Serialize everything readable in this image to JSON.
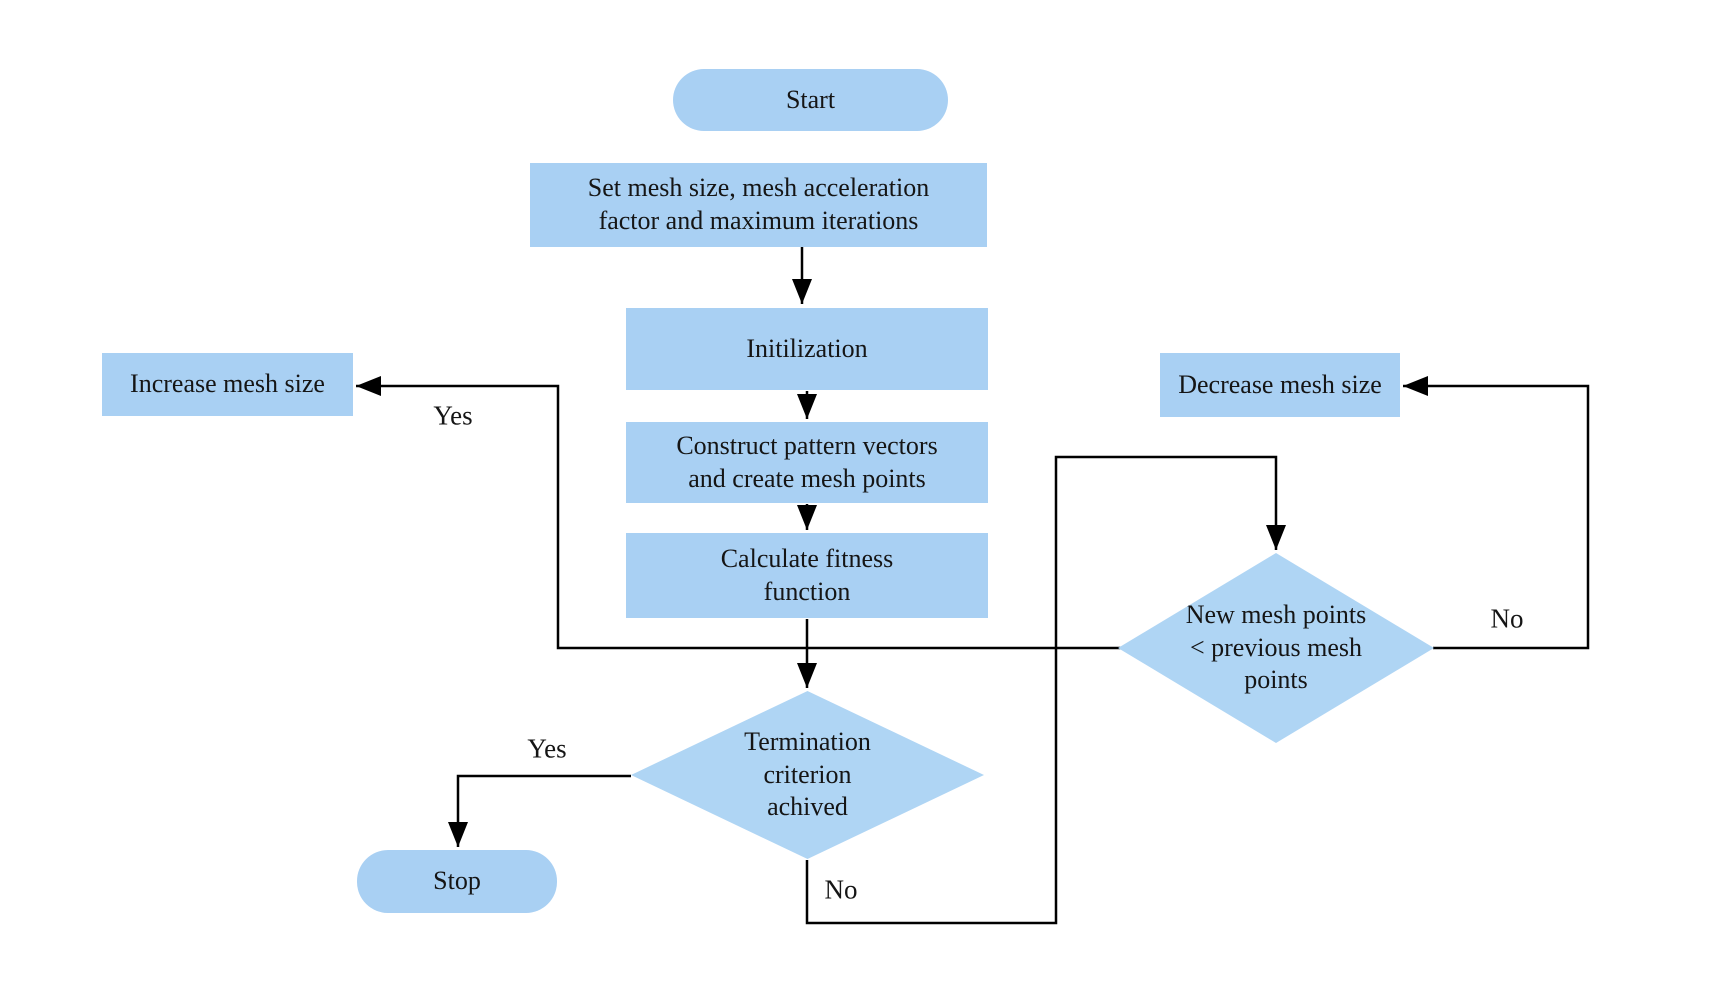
{
  "colors": {
    "node_fill": "#a9d0f3",
    "diamond_fill": "#afd5f4",
    "line": "#000000",
    "text": "#151515",
    "background": "#ffffff"
  },
  "nodes": {
    "start": {
      "label": "Start"
    },
    "set_mesh": {
      "label": "Set mesh size, mesh acceleration\nfactor and maximum iterations"
    },
    "initilization": {
      "label": "Initilization"
    },
    "construct": {
      "label": "Construct pattern vectors\nand create mesh points"
    },
    "calculate": {
      "label": "Calculate fitness\nfunction"
    },
    "termination": {
      "label": "Termination\ncriterion\nachived"
    },
    "stop": {
      "label": "Stop"
    },
    "increase": {
      "label": "Increase mesh size"
    },
    "decrease": {
      "label": "Decrease mesh size"
    },
    "new_mesh": {
      "label": "New mesh points\n< previous mesh\npoints"
    }
  },
  "edge_labels": {
    "termination_yes": "Yes",
    "termination_no": "No",
    "new_mesh_yes": "Yes",
    "new_mesh_no": "No"
  }
}
